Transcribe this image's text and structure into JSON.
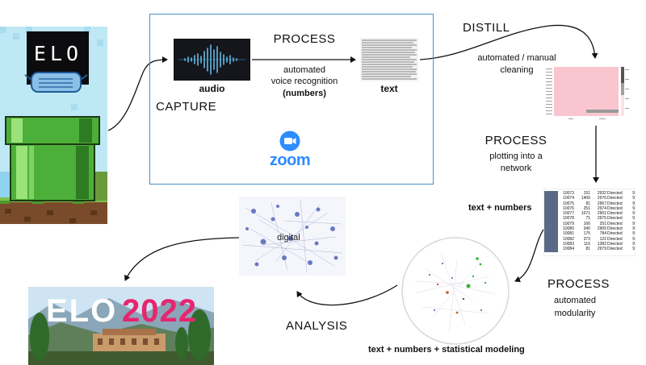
{
  "capture": {
    "heading": "CAPTURE",
    "process_heading": "PROCESS",
    "process_detail_1": "automated",
    "process_detail_2": "voice recognition",
    "process_detail_3": "(numbers)",
    "audio_label": "audio",
    "text_label": "text",
    "zoom_logo_text": "zoom"
  },
  "distill": {
    "heading": "DISTILL",
    "detail_1": "automated / manual",
    "detail_2": "cleaning"
  },
  "plot": {
    "heading": "PROCESS",
    "detail_1": "plotting into a",
    "detail_2": "network",
    "label": "text + numbers"
  },
  "modularity": {
    "heading": "PROCESS",
    "detail_1": "automated",
    "detail_2": "modularity",
    "label": "text + numbers + statistical modeling"
  },
  "analysis": {
    "heading": "ANALYSIS",
    "graph_word": "digital"
  },
  "logo": {
    "text": "ELO"
  },
  "banner": {
    "word": "ELO",
    "year": "2022"
  },
  "edge_table": [
    [
      "10073",
      "151",
      "2932",
      "Directed",
      "9"
    ],
    [
      "10074",
      "1406",
      "2976",
      "Directed",
      "9"
    ],
    [
      "10075",
      "81",
      "2967",
      "Directed",
      "9"
    ],
    [
      "10076",
      "251",
      "2974",
      "Directed",
      "9"
    ],
    [
      "10077",
      "1071",
      "2901",
      "Directed",
      "9"
    ],
    [
      "10078",
      "71",
      "2975",
      "Directed",
      "9"
    ],
    [
      "10079",
      "166",
      "251",
      "Directed",
      "9"
    ],
    [
      "10080",
      "340",
      "2905",
      "Directed",
      "9"
    ],
    [
      "10081",
      "175",
      "784",
      "Directed",
      "9"
    ],
    [
      "10082",
      "373",
      "122",
      "Directed",
      "9"
    ],
    [
      "10083",
      "116",
      "1382",
      "Directed",
      "9"
    ],
    [
      "10084",
      "81",
      "2979",
      "Directed",
      "9"
    ]
  ],
  "colors": {
    "box_border": "#4a8fc4",
    "zoom_blue": "#2d8cff",
    "heatmap_pink": "#f9c6d0",
    "banner_pink": "#e8246f",
    "table_id_cell": "#5a6a86"
  }
}
